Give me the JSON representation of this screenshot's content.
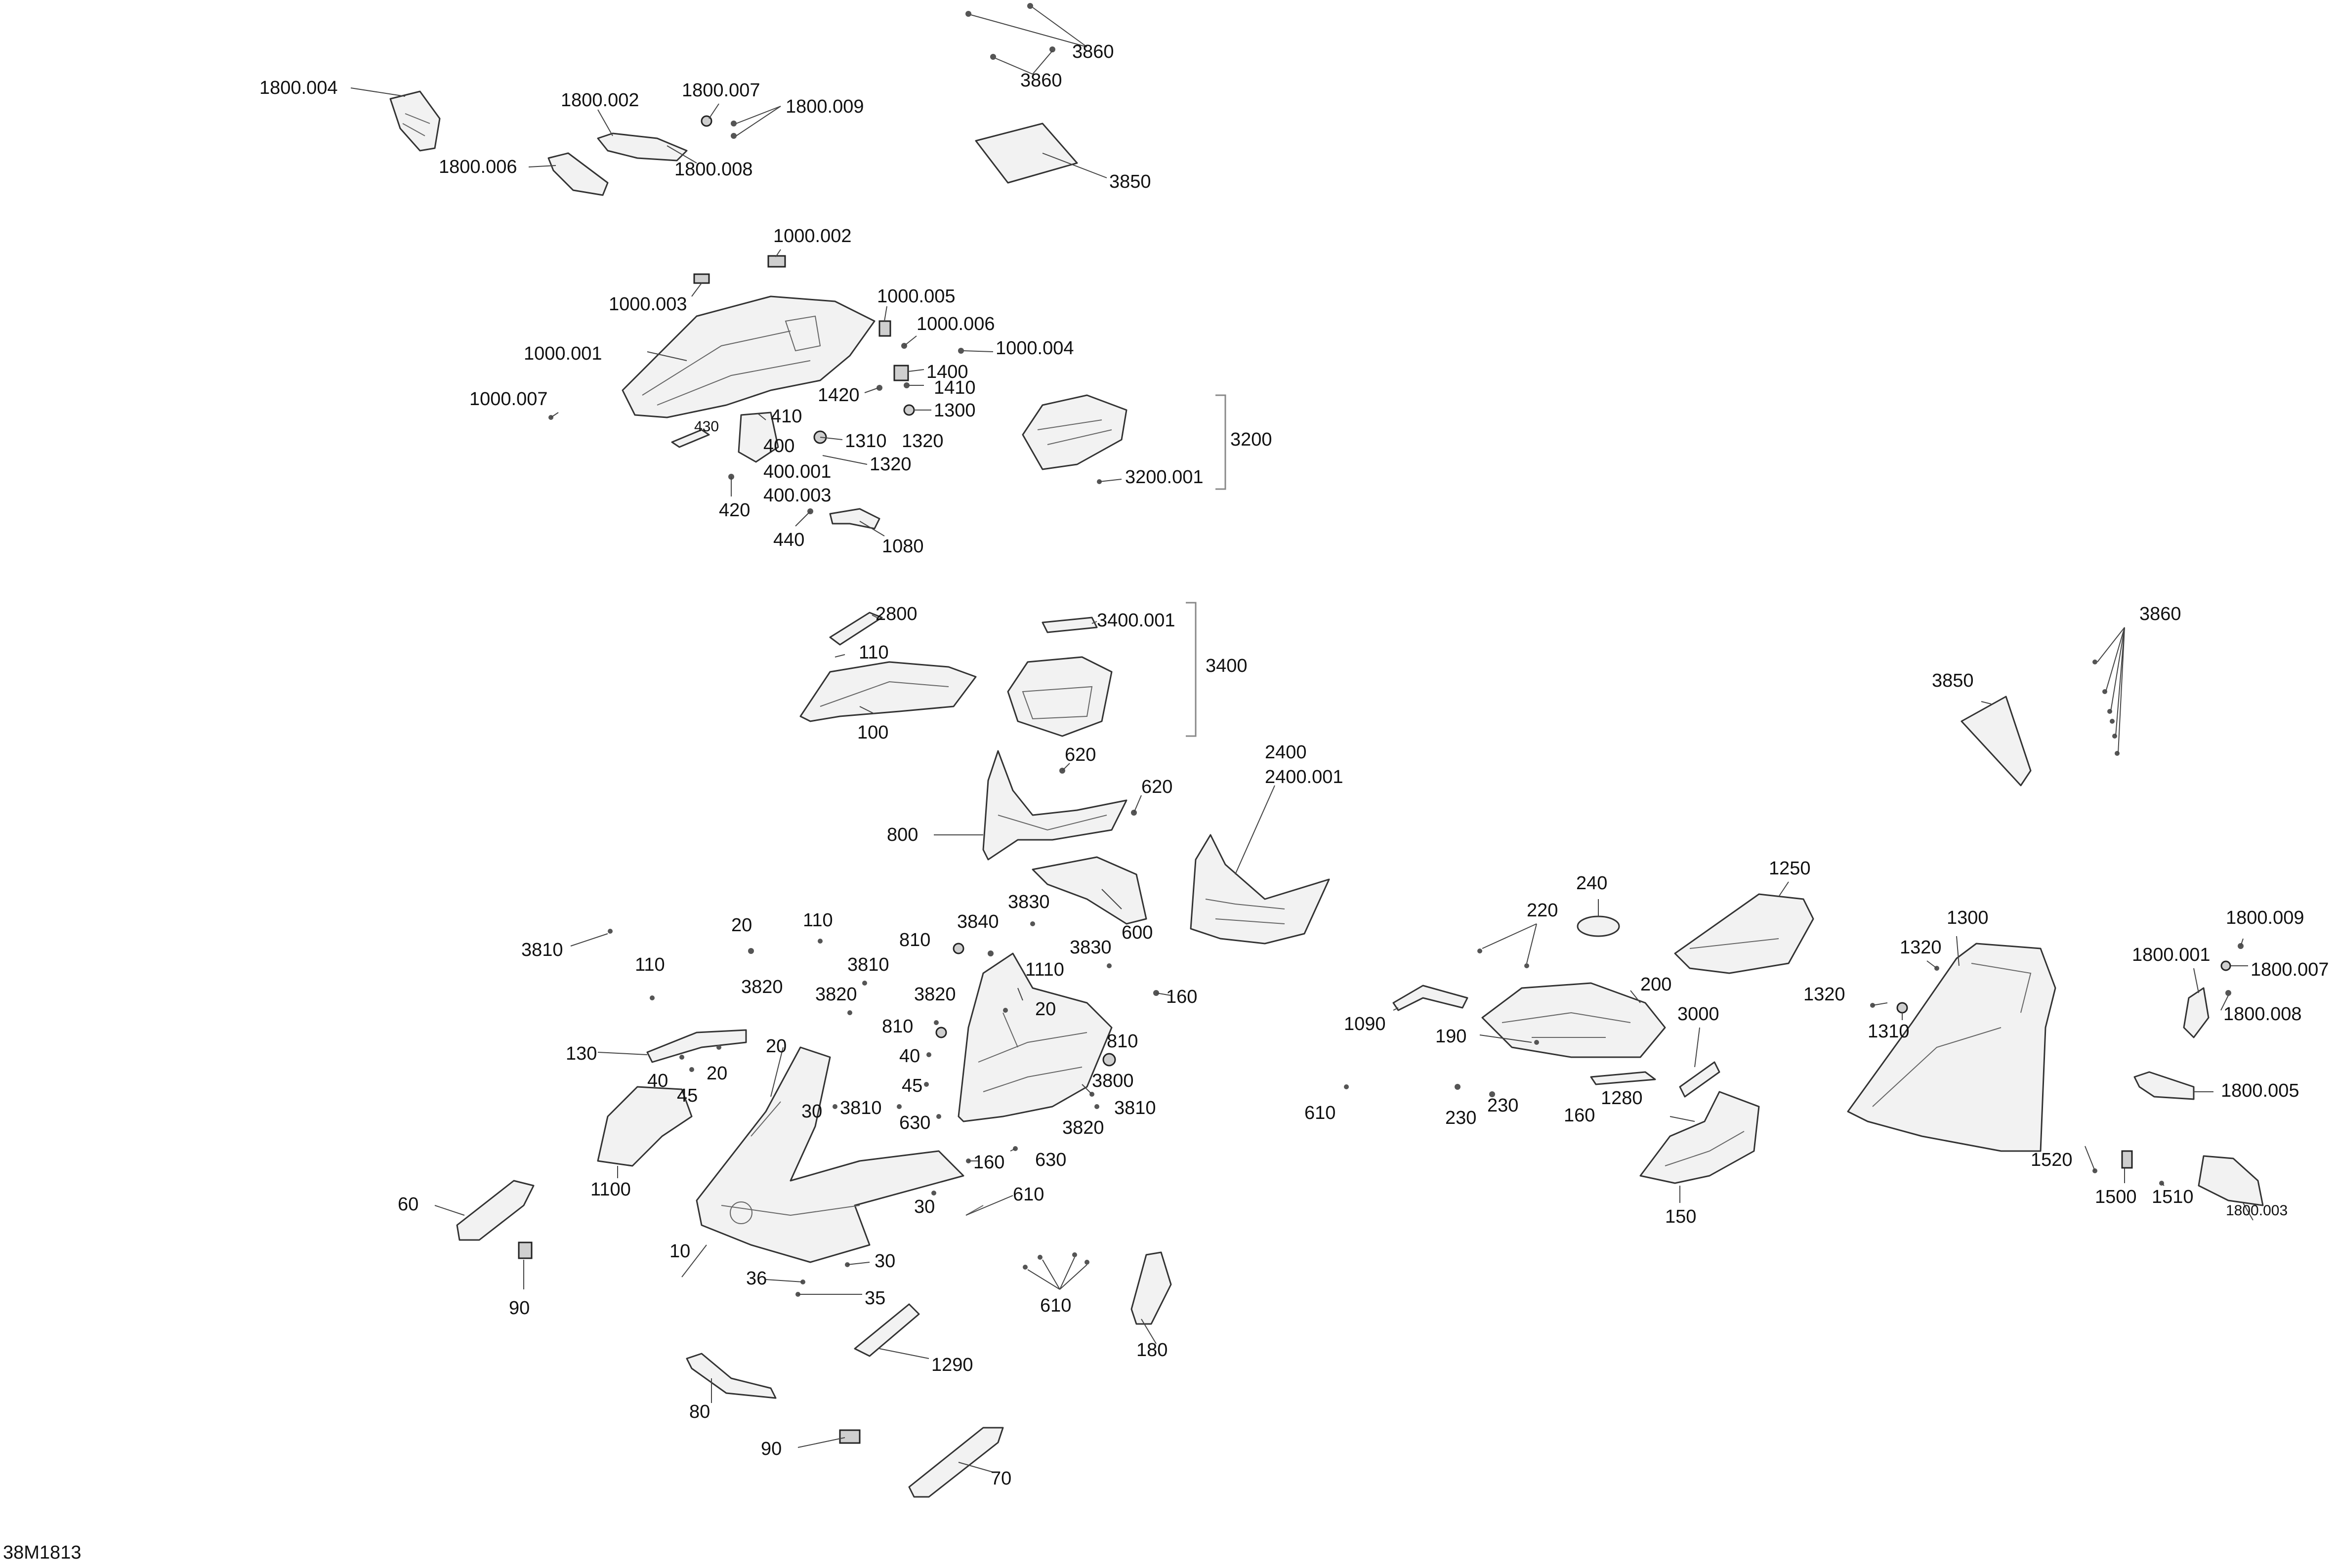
{
  "drawing_id": "38M1813",
  "callouts": {
    "c1800_004": "1800.004",
    "c1800_006": "1800.006",
    "c1800_002": "1800.002",
    "c1800_007a": "1800.007",
    "c1800_009a": "1800.009",
    "c1800_008a": "1800.008",
    "c3860a": "3860",
    "c3860b": "3860",
    "c3850a": "3850",
    "c1000_002": "1000.002",
    "c1000_003": "1000.003",
    "c1000_001": "1000.001",
    "c1000_005": "1000.005",
    "c1000_006": "1000.006",
    "c1000_004": "1000.004",
    "c1000_007": "1000.007",
    "c1400": "1400",
    "c1410": "1410",
    "c1420": "1420",
    "c1300a": "1300",
    "c1310a": "1310",
    "c1320a": "1320",
    "c1320b": "1320",
    "c410": "410",
    "c430": "430",
    "c400": "400",
    "c400_001": "400.001",
    "c400_003": "400.003",
    "c420": "420",
    "c440": "440",
    "c1080": "1080",
    "c3200": "3200",
    "c3200_001": "3200.001",
    "c2800": "2800",
    "c110a": "110",
    "c100": "100",
    "c3400_001": "3400.001",
    "c3400": "3400",
    "c620a": "620",
    "c620b": "620",
    "c800": "800",
    "c2400": "2400",
    "c2400_001": "2400.001",
    "c3830a": "3830",
    "c600": "600",
    "c3830b": "3830",
    "c3840": "3840",
    "c810a": "810",
    "c1110": "1110",
    "c20a": "20",
    "c160a": "160",
    "c810b": "810",
    "c810c": "810",
    "c3800": "3800",
    "c3810a": "3810",
    "c3820a": "3820",
    "c630a": "630",
    "c630b": "630",
    "c160b": "160",
    "c610a": "610",
    "c30a": "30",
    "c3810b": "3810",
    "c3820b": "3820",
    "c3820c": "3820",
    "c3810c": "3810",
    "c110b": "110",
    "c20b": "20",
    "c3820d": "3820",
    "c110c": "110",
    "c3810d": "3810",
    "c130": "130",
    "c40a": "40",
    "c45a": "45",
    "c20c": "20",
    "c20d": "20",
    "c40b": "40",
    "c45b": "45",
    "c30b": "30",
    "c1100": "1100",
    "c60": "60",
    "c10": "10",
    "c30c": "30",
    "c36": "36",
    "c35": "35",
    "c90a": "90",
    "c1290": "1290",
    "c610b": "610",
    "c180": "180",
    "c80": "80",
    "c90b": "90",
    "c70": "70",
    "c240": "240",
    "c220": "220",
    "c1250": "1250",
    "c1090": "1090",
    "c200": "200",
    "c190": "190",
    "c3000": "3000",
    "c230a": "230",
    "c230b": "230",
    "c1280": "1280",
    "c160c": "160",
    "c610c": "610",
    "c150": "150",
    "c3860c": "3860",
    "c3850b": "3850",
    "c1300b": "1300",
    "c1320c": "1320",
    "c1320d": "1320",
    "c1310b": "1310",
    "c1800_009b": "1800.009",
    "c1800_001": "1800.001",
    "c1800_007b": "1800.007",
    "c1800_008b": "1800.008",
    "c1800_005": "1800.005",
    "c1520": "1520",
    "c1500": "1500",
    "c1510": "1510",
    "c1800_003": "1800.003"
  }
}
